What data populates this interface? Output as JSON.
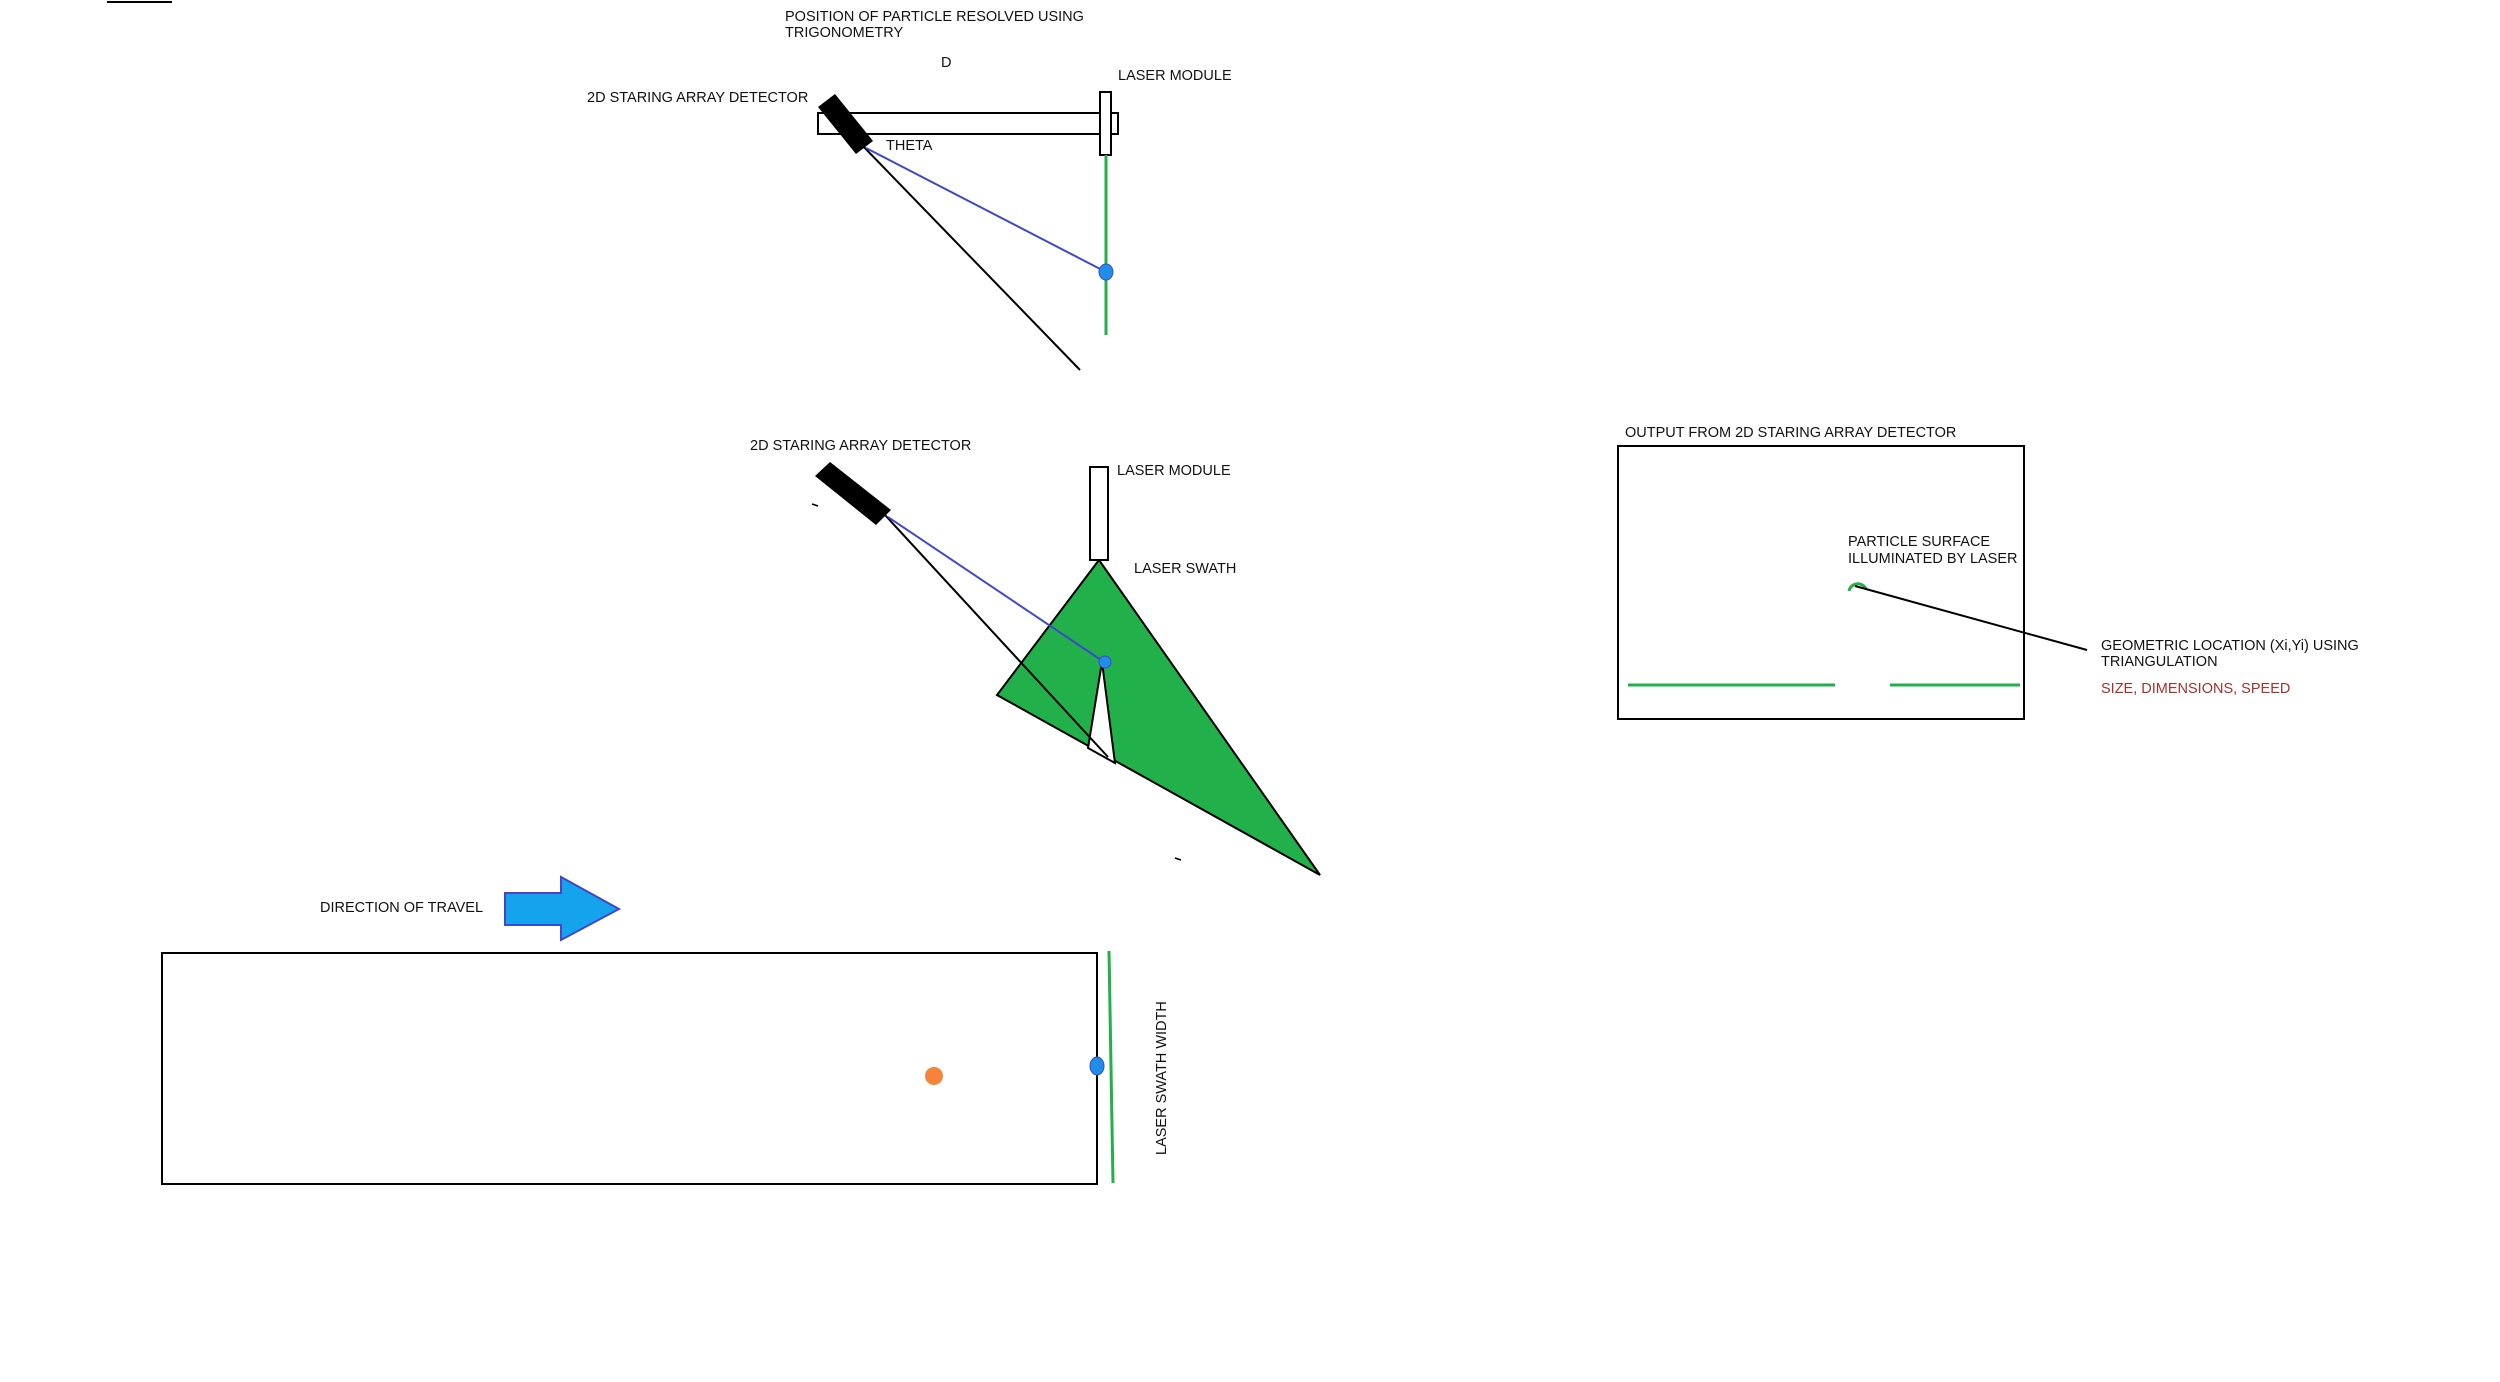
{
  "colors": {
    "line": "#000000",
    "laser_green": "#22b04b",
    "swath_fill": "#22b04b",
    "ray_blue": "#3f48cc",
    "particle_blue": "#1e8ee8",
    "particle_orange": "#f5843a",
    "arrow_blue": "#14a3ec",
    "arrow_stroke": "#3f48cc",
    "annotation_red": "#a5322b"
  },
  "top_view": {
    "title_line1": "POSITION OF PARTICLE RESOLVED USING",
    "title_line2": "TRIGONOMETRY",
    "baseline_label": "D",
    "detector_label": "2D STARING ARRAY DETECTOR",
    "laser_label": "LASER MODULE",
    "angle_label": "THETA"
  },
  "side_view": {
    "detector_label": "2D STARING ARRAY DETECTOR",
    "laser_label": "LASER MODULE",
    "swath_label": "LASER SWATH"
  },
  "output_panel": {
    "title": "OUTPUT FROM 2D STARING ARRAY DETECTOR",
    "particle_line1": "PARTICLE SURFACE",
    "particle_line2": "ILLUMINATED BY LASER",
    "geo_line1": "GEOMETRIC LOCATION (Xi,Yi) USING",
    "geo_line2": "TRIANGULATION",
    "metrics": "SIZE, DIMENSIONS, SPEED"
  },
  "conveyor": {
    "direction_label": "DIRECTION OF TRAVEL",
    "swath_width_label": "LASER SWATH WIDTH"
  }
}
